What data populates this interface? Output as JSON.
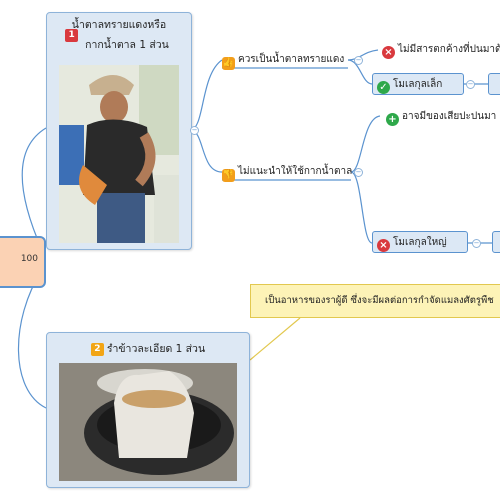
{
  "root": {
    "label": "100"
  },
  "card1": {
    "number": "1",
    "title_line1": "น้ำตาลทรายแดงหรือ",
    "title_line2": "กากน้ำตาล 1 ส่วน"
  },
  "card2": {
    "number": "2",
    "title": "รำข้าวละเอียด 1 ส่วน"
  },
  "branch_should": {
    "label": "ควรเป็นน้ำตาลทรายแดง"
  },
  "branch_not": {
    "label": "ไม่แนะนำให้ใช้กากน้ำตาล"
  },
  "no_residue": {
    "label": "ไม่มีสารตกค้างที่ปนมาด้วย"
  },
  "small_molecule": {
    "label": "โมเลกุลเล็ก"
  },
  "may_waste": {
    "label": "อาจมีของเสียปะปนมา"
  },
  "large_molecule": {
    "label": "โมเลกุลใหญ่"
  },
  "note": {
    "text": "เป็นอาหารของราผู้ดี ซึ่งจะมีผลต่อการกำจัดแมลงศัตรูพืช"
  },
  "colors": {
    "badge1": "#d9393e",
    "badge2": "#f2a516",
    "connector": "#5b93cf",
    "root_fill": "#fbd2b4",
    "note_fill": "#fdf3b7"
  }
}
